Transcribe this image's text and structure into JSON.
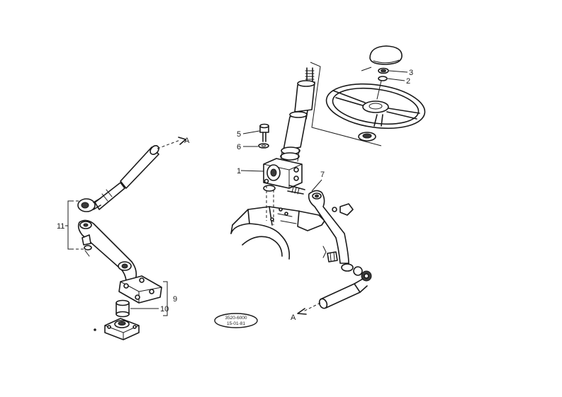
{
  "callouts": {
    "c1": "1",
    "c2": "2",
    "c3": "3",
    "c5": "5",
    "c6": "6",
    "c7": "7",
    "c9": "9",
    "c10": "10",
    "c11": "11",
    "arrow_top": "A",
    "arrow_bottom": "A"
  },
  "stamp": {
    "line1": "3520-6000",
    "line2": "15-01-81"
  }
}
